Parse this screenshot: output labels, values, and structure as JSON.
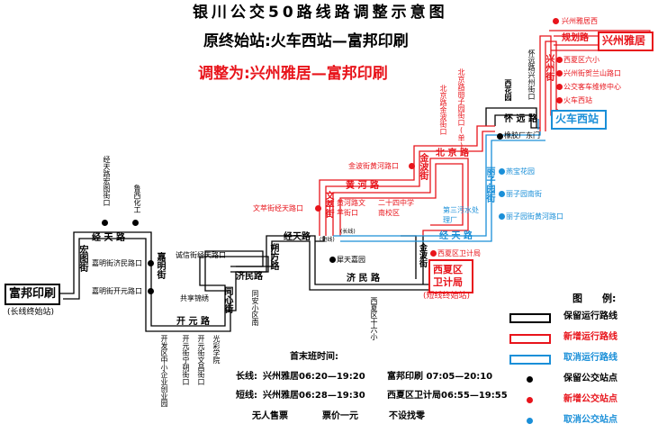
{
  "header": {
    "title": "银川公交50路线路调整示意图",
    "original_route": "原终始站:火车西站—富邦印刷",
    "adjusted_route": "调整为:兴州雅居—富邦印刷"
  },
  "terminals": {
    "fubang": "富邦印刷",
    "fubang_note": "(长线终始站)",
    "xingzhou": "兴州雅居",
    "train_west": "火车西站",
    "xixia": "西夏区卫计局",
    "xixia_note": "(短线终始站)"
  },
  "roads": {
    "jing_tian": "经 天 路",
    "kai_yuan": "开 元 路",
    "ji_min": "济民路",
    "ji_min_2": "济 民 路",
    "jing_tian_2": "经天路",
    "bei_jing": "北 京 路",
    "huang_he": "黄 河 路",
    "jing_tian_blue": "经 天 路",
    "huai_yuan": "怀 远 路",
    "gui_hua": "规划路",
    "hong_tu": "宏图街",
    "jia_ming": "嘉明街",
    "tong_xin": "同心街",
    "shuo_fang": "朔方路",
    "wen_cui": "文萃街",
    "jin_bo": "金波街",
    "li_zi_yuan": "丽子园街",
    "xing_zhou": "兴州街",
    "xi_hua_yuan": "西花园",
    "jin_bo_2": "金波街"
  },
  "stops_black": [
    "经天路宏图街口",
    "鲁西化工",
    "嘉明街济民路口",
    "嘉明街开元路口",
    "共享锦绣",
    "诚信街经天路口",
    "同安小区南",
    "开发区中小企业创业园",
    "开元街宁朔街口",
    "开元街文昌街口",
    "光彩学院",
    "西夏区十六小",
    "犀天嘉园",
    "怀远路兴州街口",
    "橡胶厂东门",
    "(长线)",
    "(短线)"
  ],
  "stops_red": [
    "文萃街经天路口",
    "金波街黄河路口",
    "黄河路文萃街口",
    "二十四中学南校区",
    "北京路金波街口",
    "北京路丽子园街口(单)",
    "兴州雅居西",
    "西夏区六小",
    "兴州街贺兰山路口",
    "公交客车维修中心",
    "火车西站",
    "西夏区卫计局"
  ],
  "stops_blue": [
    "燕宝花园",
    "丽子园南街",
    "丽子园街黄河路口",
    "第三污水处理厂"
  ],
  "schedule": {
    "heading": "首末班时间:",
    "long_label": "长线:",
    "long_a": "兴州雅居06:20—19:20",
    "long_b": "富邦印刷 07:05—20:10",
    "short_label": "短线:",
    "short_a": "兴州雅居06:28—19:30",
    "short_b": "西夏区卫计局06:55—19:55",
    "notes": [
      "无人售票",
      "票价一元",
      "不设找零"
    ]
  },
  "legend": {
    "title": "图　　例:",
    "items": [
      {
        "label": "保留运行路线",
        "color": "#000000",
        "kind": "line"
      },
      {
        "label": "新增运行路线",
        "color": "#e8141b",
        "kind": "line"
      },
      {
        "label": "取消运行路线",
        "color": "#1a8fd8",
        "kind": "line"
      },
      {
        "label": "保留公交站点",
        "color": "#000000",
        "kind": "dot"
      },
      {
        "label": "新增公交站点",
        "color": "#e8141b",
        "kind": "dot"
      },
      {
        "label": "取消公交站点",
        "color": "#1a8fd8",
        "kind": "dot"
      }
    ]
  },
  "colors": {
    "keep": "#000000",
    "new": "#e8141b",
    "cancel": "#1a8fd8"
  }
}
